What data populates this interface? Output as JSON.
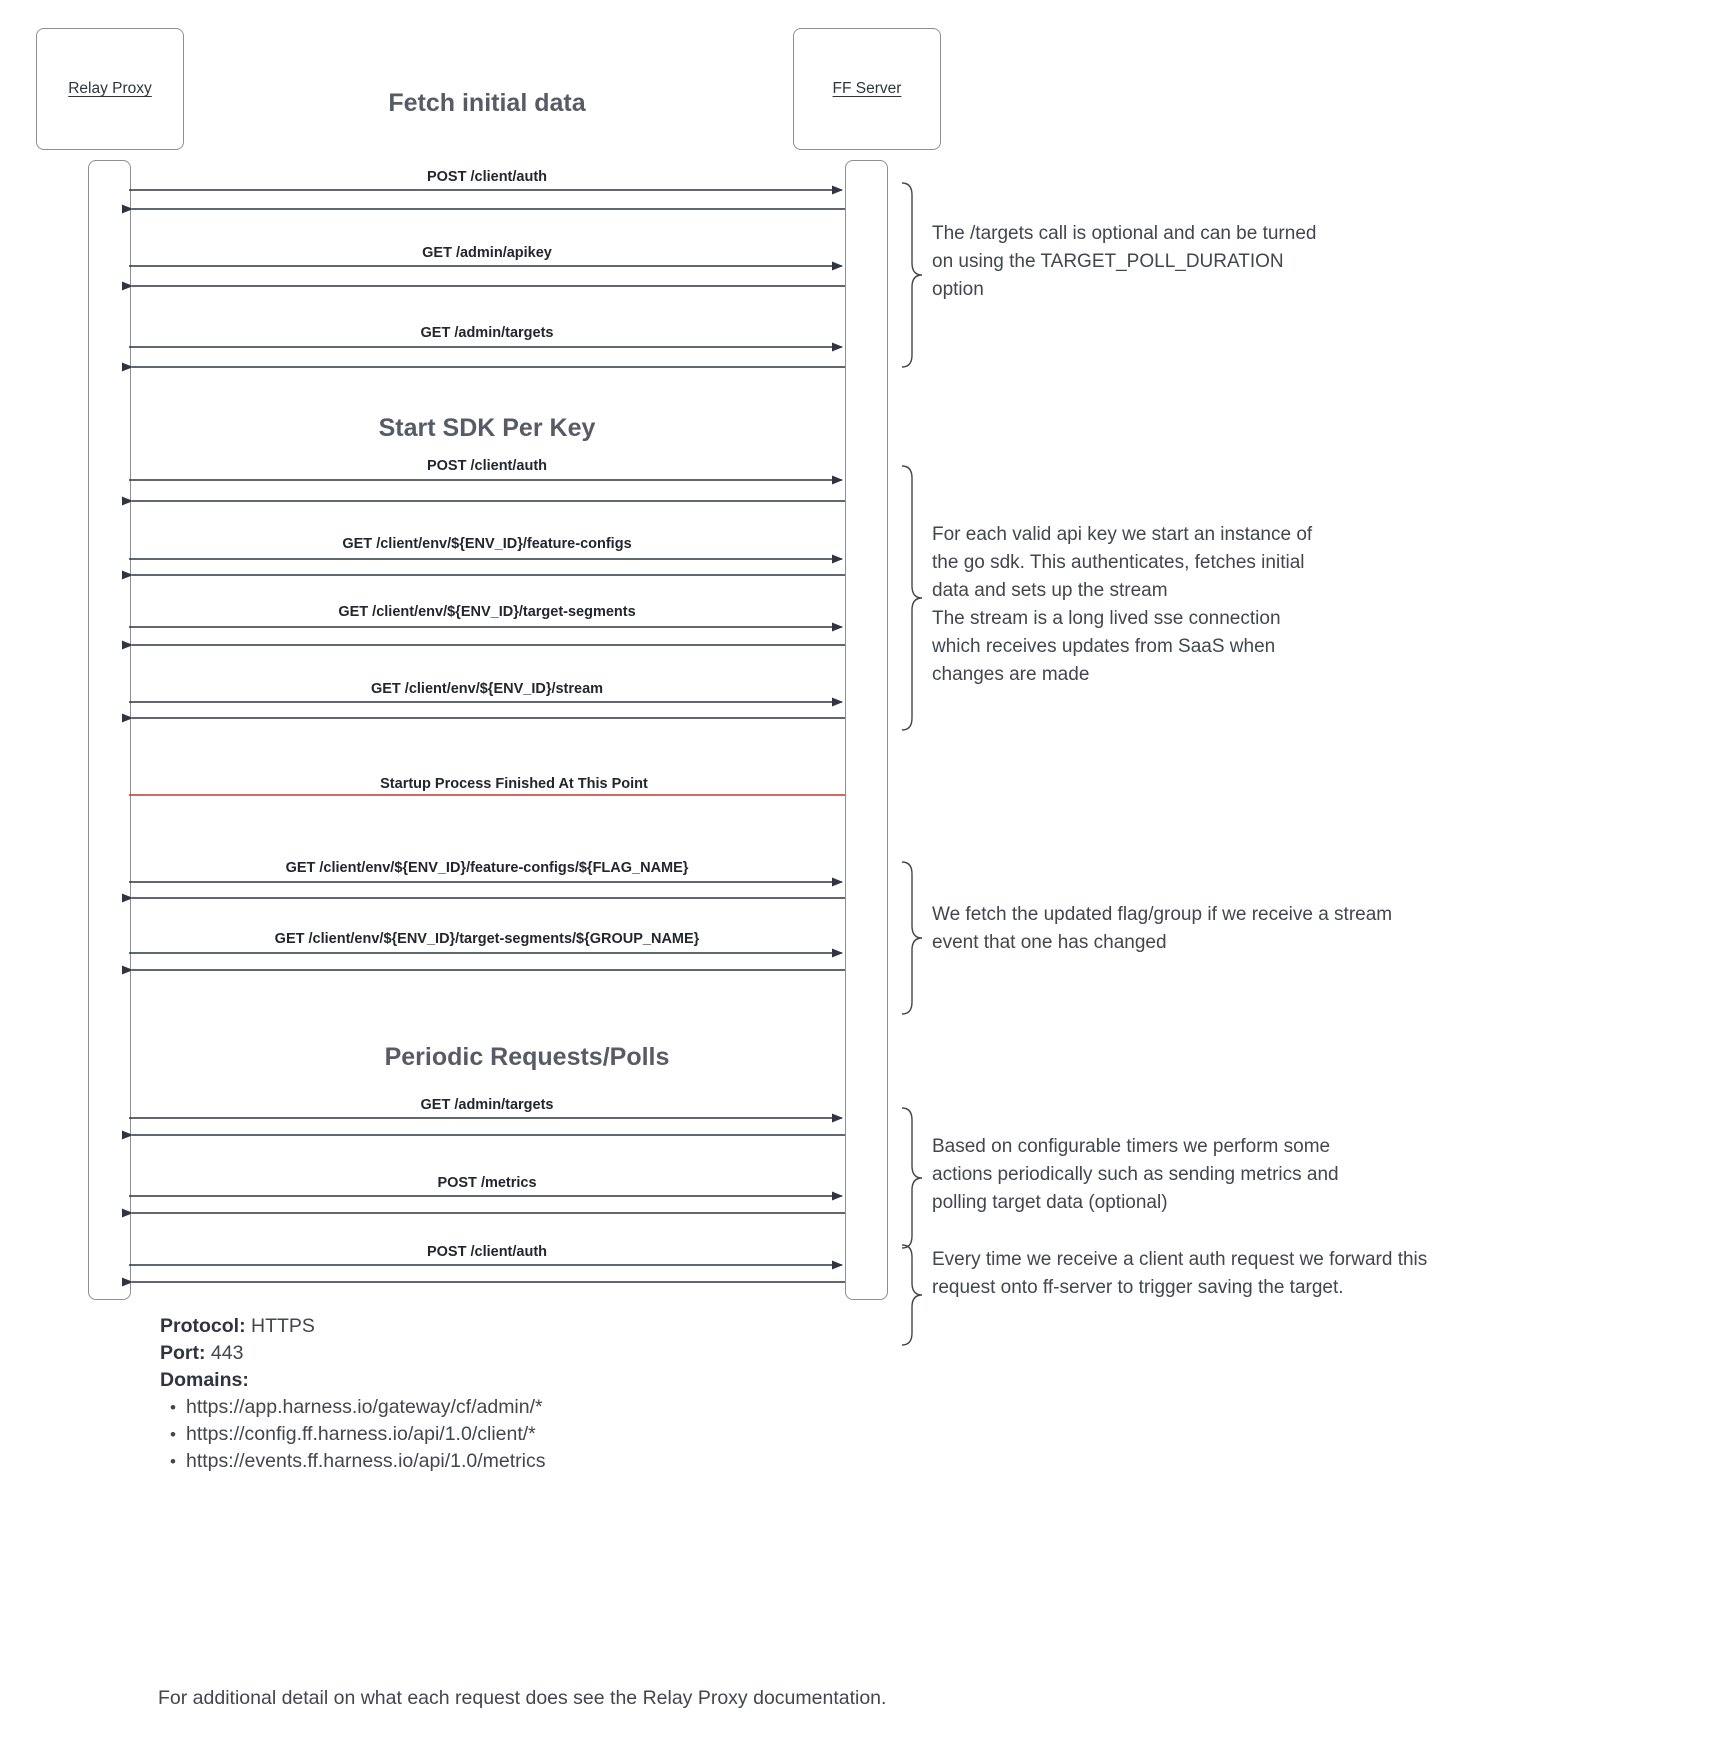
{
  "diagram": {
    "participants": [
      {
        "id": "relay-proxy",
        "label": "Relay Proxy"
      },
      {
        "id": "ff-server",
        "label": "FF Server"
      }
    ],
    "sections": [
      {
        "id": "fetch-initial-data",
        "title": "Fetch initial data"
      },
      {
        "id": "start-sdk-per-key",
        "title": "Start SDK Per Key"
      },
      {
        "id": "periodic-requests",
        "title": "Periodic Requests/Polls"
      }
    ],
    "messages": [
      {
        "id": "m1",
        "label": "POST /client/auth"
      },
      {
        "id": "m2",
        "label": "GET /admin/apikey"
      },
      {
        "id": "m3",
        "label": "GET /admin/targets"
      },
      {
        "id": "m4",
        "label": "POST /client/auth"
      },
      {
        "id": "m5",
        "label": "GET /client/env/${ENV_ID}/feature-configs"
      },
      {
        "id": "m6",
        "label": "GET /client/env/${ENV_ID}/target-segments"
      },
      {
        "id": "m7",
        "label": "GET /client/env/${ENV_ID}/stream"
      },
      {
        "id": "m8",
        "label": "GET /client/env/${ENV_ID}/feature-configs/${FLAG_NAME}"
      },
      {
        "id": "m9",
        "label": "GET /client/env/${ENV_ID}/target-segments/${GROUP_NAME}"
      },
      {
        "id": "m10",
        "label": "GET /admin/targets"
      },
      {
        "id": "m11",
        "label": "POST /metrics"
      },
      {
        "id": "m12",
        "label": "POST /client/auth"
      }
    ],
    "divider": {
      "label": "Startup Process Finished At This Point",
      "color": "#c0392b"
    },
    "notes": [
      {
        "id": "note-targets-optional",
        "text": "The /targets call is optional and can be turned\non using the TARGET_POLL_DURATION\noption"
      },
      {
        "id": "note-sdk-instance",
        "text": "For each valid api key we start an instance of\nthe go sdk. This authenticates, fetches initial\ndata and sets up the stream\nThe stream is a long lived sse connection\nwhich receives updates from SaaS when\nchanges are made"
      },
      {
        "id": "note-stream-event",
        "text": "We fetch the updated flag/group if we receive a stream\nevent that one has changed"
      },
      {
        "id": "note-timers",
        "text": "Based on configurable timers we perform some\nactions periodically such as sending metrics and\npolling target data (optional)"
      },
      {
        "id": "note-client-auth-forward",
        "text": "Every time we receive a client auth request we forward this\nrequest onto ff-server to trigger saving the target."
      }
    ]
  },
  "footer": {
    "protocol_key": "Protocol:",
    "protocol_value": "HTTPS",
    "port_key": "Port:",
    "port_value": "443",
    "domains_key": "Domains:",
    "domains": [
      "https://app.harness.io/gateway/cf/admin/*",
      "https://config.ff.harness.io/api/1.0/client/*",
      "https://events.ff.harness.io/api/1.0/metrics"
    ],
    "note": "For additional detail on what each request does see the Relay Proxy documentation."
  }
}
